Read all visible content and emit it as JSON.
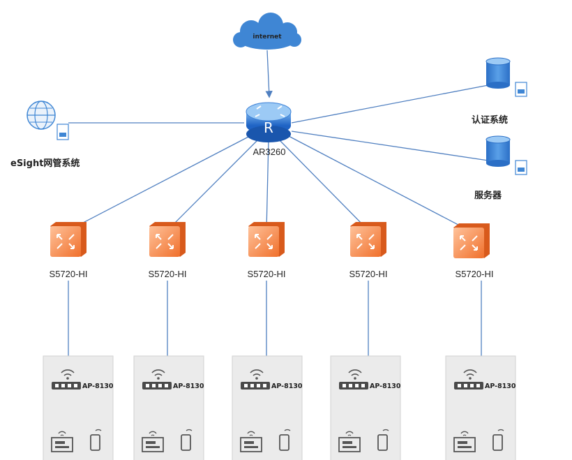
{
  "internet": {
    "label": "internet"
  },
  "router": {
    "label": "AR3260",
    "glyph": "R"
  },
  "management": {
    "label": "eSight网管系统",
    "icon": "globe-server-icon"
  },
  "auth": {
    "label": "认证系统",
    "icon": "database-server-icon"
  },
  "server": {
    "label": "服务器",
    "icon": "database-server-icon"
  },
  "switches": [
    {
      "label": "S5720-HI"
    },
    {
      "label": "S5720-HI"
    },
    {
      "label": "S5720-HI"
    },
    {
      "label": "S5720-HI"
    },
    {
      "label": "S5720-HI"
    }
  ],
  "aps": [
    {
      "label": "AP-8130"
    },
    {
      "label": "AP-8130"
    },
    {
      "label": "AP-8130"
    },
    {
      "label": "AP-8130"
    },
    {
      "label": "AP-8130"
    }
  ],
  "colors": {
    "cloud": "#3f86d4",
    "router": "#3a7fd6",
    "switch": "#f58a4b",
    "link": "#4f7fc0",
    "panel": "#e9e9e9"
  }
}
